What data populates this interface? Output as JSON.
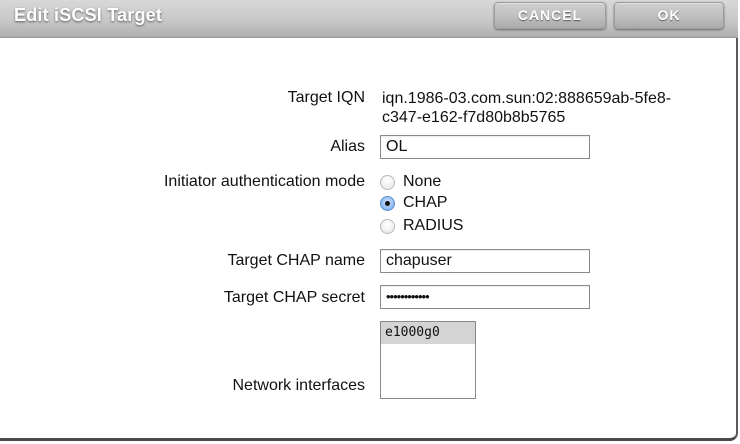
{
  "dialog": {
    "title": "Edit iSCSI Target",
    "buttons": {
      "cancel": "CANCEL",
      "ok": "OK"
    }
  },
  "form": {
    "target_iqn": {
      "label": "Target IQN",
      "value_line1": "iqn.1986-03.com.sun:02:888659ab-5fe8-",
      "value_line2": "c347-e162-f7d80b8b5765"
    },
    "alias": {
      "label": "Alias",
      "value": "OL"
    },
    "auth_mode": {
      "label": "Initiator authentication mode",
      "options": [
        {
          "label": "None",
          "checked": false
        },
        {
          "label": "CHAP",
          "checked": true
        },
        {
          "label": "RADIUS",
          "checked": false
        }
      ],
      "selected": "CHAP"
    },
    "chap_name": {
      "label": "Target CHAP name",
      "value": "chapuser"
    },
    "chap_secret": {
      "label": "Target CHAP secret",
      "value": "••••••••••••"
    },
    "network_interfaces": {
      "label": "Network interfaces",
      "options": [
        "e1000g0"
      ],
      "selected": "e1000g0"
    }
  },
  "colors": {
    "header_top": "#d8d8d8",
    "header_bottom": "#b0b0b0",
    "radio_checked": "#8ab6ef",
    "list_selected": "#d4d4d4"
  }
}
